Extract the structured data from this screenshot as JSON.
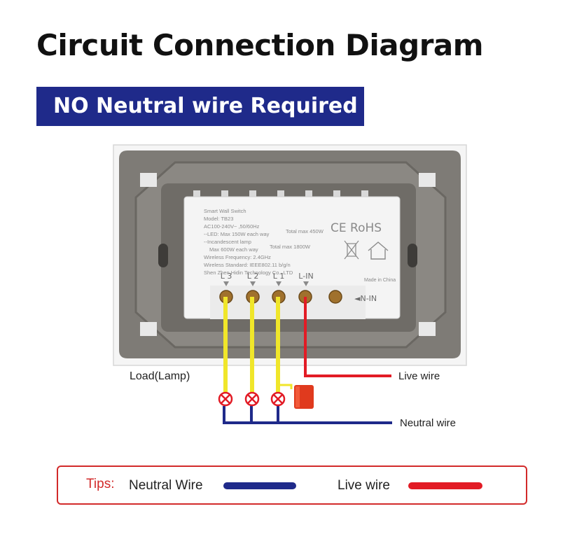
{
  "title": "Circuit Connection Diagram",
  "banner": "NO Neutral wire Required",
  "device_label": {
    "line1": "Smart Wall Switch",
    "line2": "Model: TB23",
    "line3": "AC100-240V~ ,50/60Hz",
    "line4": "--LED: Max 150W each way",
    "line4b": "Total max 450W",
    "line5": "--Incandescent lamp",
    "line6": "Max 600W each way",
    "line6b": "Total max 1800W",
    "line7": "Wireless Frequency: 2.4GHz",
    "line8": "Wireless Standard: IEEE802.11 b/g/n",
    "line9": "Shen Zhen Hidin Technology Co., LTD",
    "ce_rohs": "CE RoHS",
    "made_in": "Made in China"
  },
  "terminals": [
    "L 3",
    "L 2",
    "L 1",
    "L-IN"
  ],
  "n_in_label": "◄N-IN",
  "labels": {
    "load": "Load(Lamp)",
    "live_wire": "Live wire",
    "neutral_wire": "Neutral wire"
  },
  "tips": {
    "label": "Tips:",
    "neutral": "Neutral Wire",
    "live": "Live wire"
  },
  "colors": {
    "neutral": "#1f2a8a",
    "live": "#e21b25",
    "load_wire": "#f0e62a",
    "banner": "#1f2a8a"
  }
}
